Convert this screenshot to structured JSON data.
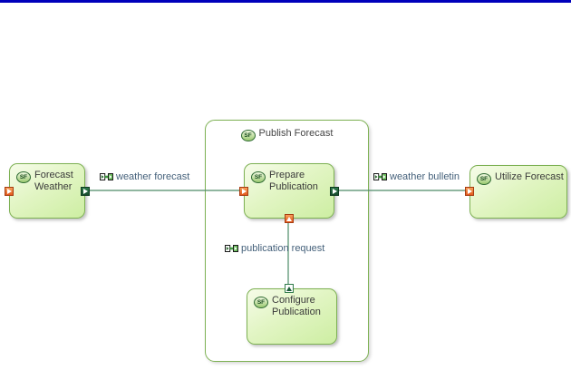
{
  "window": {
    "top_bar_color": "#0000bb"
  },
  "icons": {
    "function_badge": "SF"
  },
  "nodes": {
    "forecast_weather": {
      "label": "Forecast Weather"
    },
    "publish_forecast": {
      "label": "Publish Forecast"
    },
    "prepare_publication": {
      "label": "Prepare Publication"
    },
    "configure_publication": {
      "label": "Configure Publication"
    },
    "utilize_forecast": {
      "label": "Utilize Forecast"
    }
  },
  "edges": {
    "weather_forecast": {
      "label": "weather forecast"
    },
    "weather_bulletin": {
      "label": "weather bulletin"
    },
    "publication_request": {
      "label": "publication request"
    }
  },
  "colors": {
    "function_border": "#7db153",
    "function_fill_light": "#f6fce9",
    "function_fill_dark": "#cdeea2",
    "edge_line": "#4e8b68",
    "edge_label_text": "#44607a",
    "input_port_fill": "#ed6b2d",
    "output_port_fill": "#20603c",
    "title_text": "#3a3a3a",
    "top_bar": "#0000bb"
  }
}
